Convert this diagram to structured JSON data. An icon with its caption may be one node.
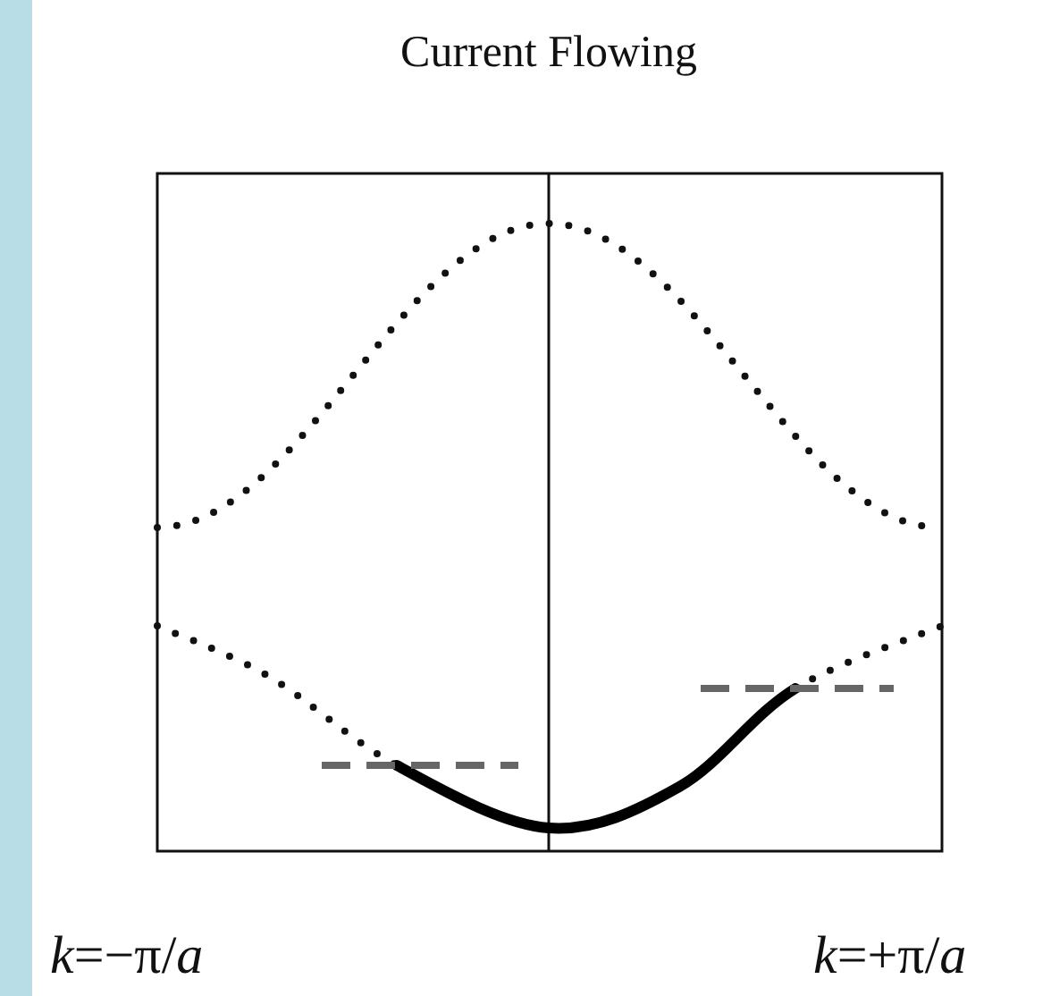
{
  "diagram": {
    "title": "Current Flowing",
    "labels": [
      "*k*=−π/*a*",
      "*k*=+π/*a*"
    ]
  }
}
